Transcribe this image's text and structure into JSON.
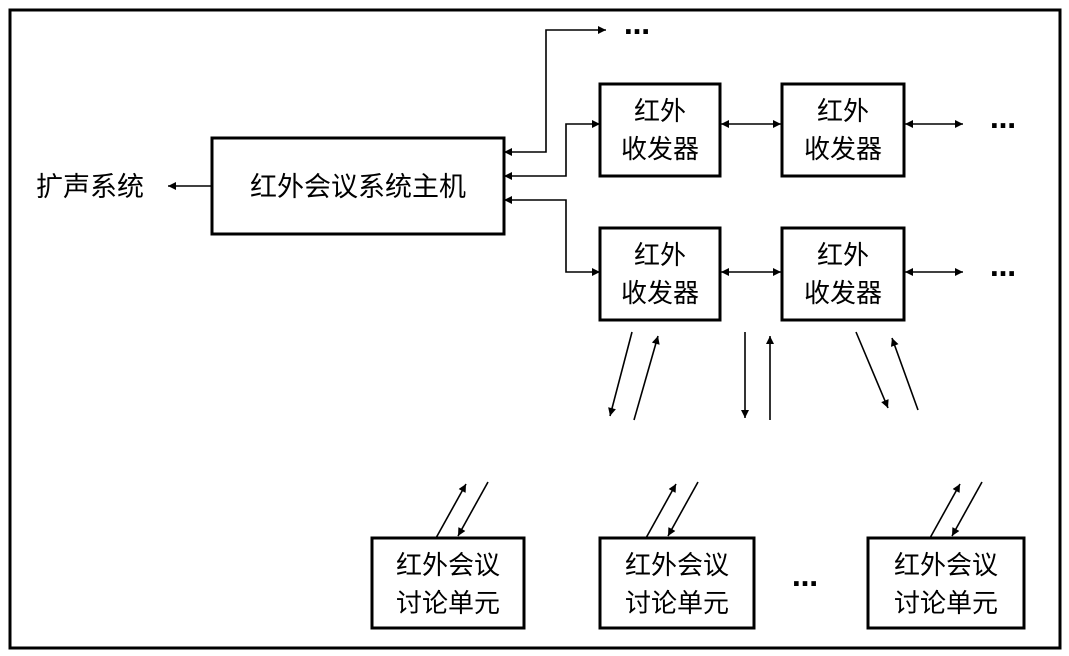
{
  "diagram": {
    "host": "红外会议系统主机",
    "sound_system": "扩声系统",
    "transceiver_line1": "红外",
    "transceiver_line2": "收发器",
    "unit_line1": "红外会议",
    "unit_line2": "讨论单元",
    "ellipsis": "…"
  },
  "colors": {
    "stroke": "#000000",
    "background": "#ffffff"
  }
}
